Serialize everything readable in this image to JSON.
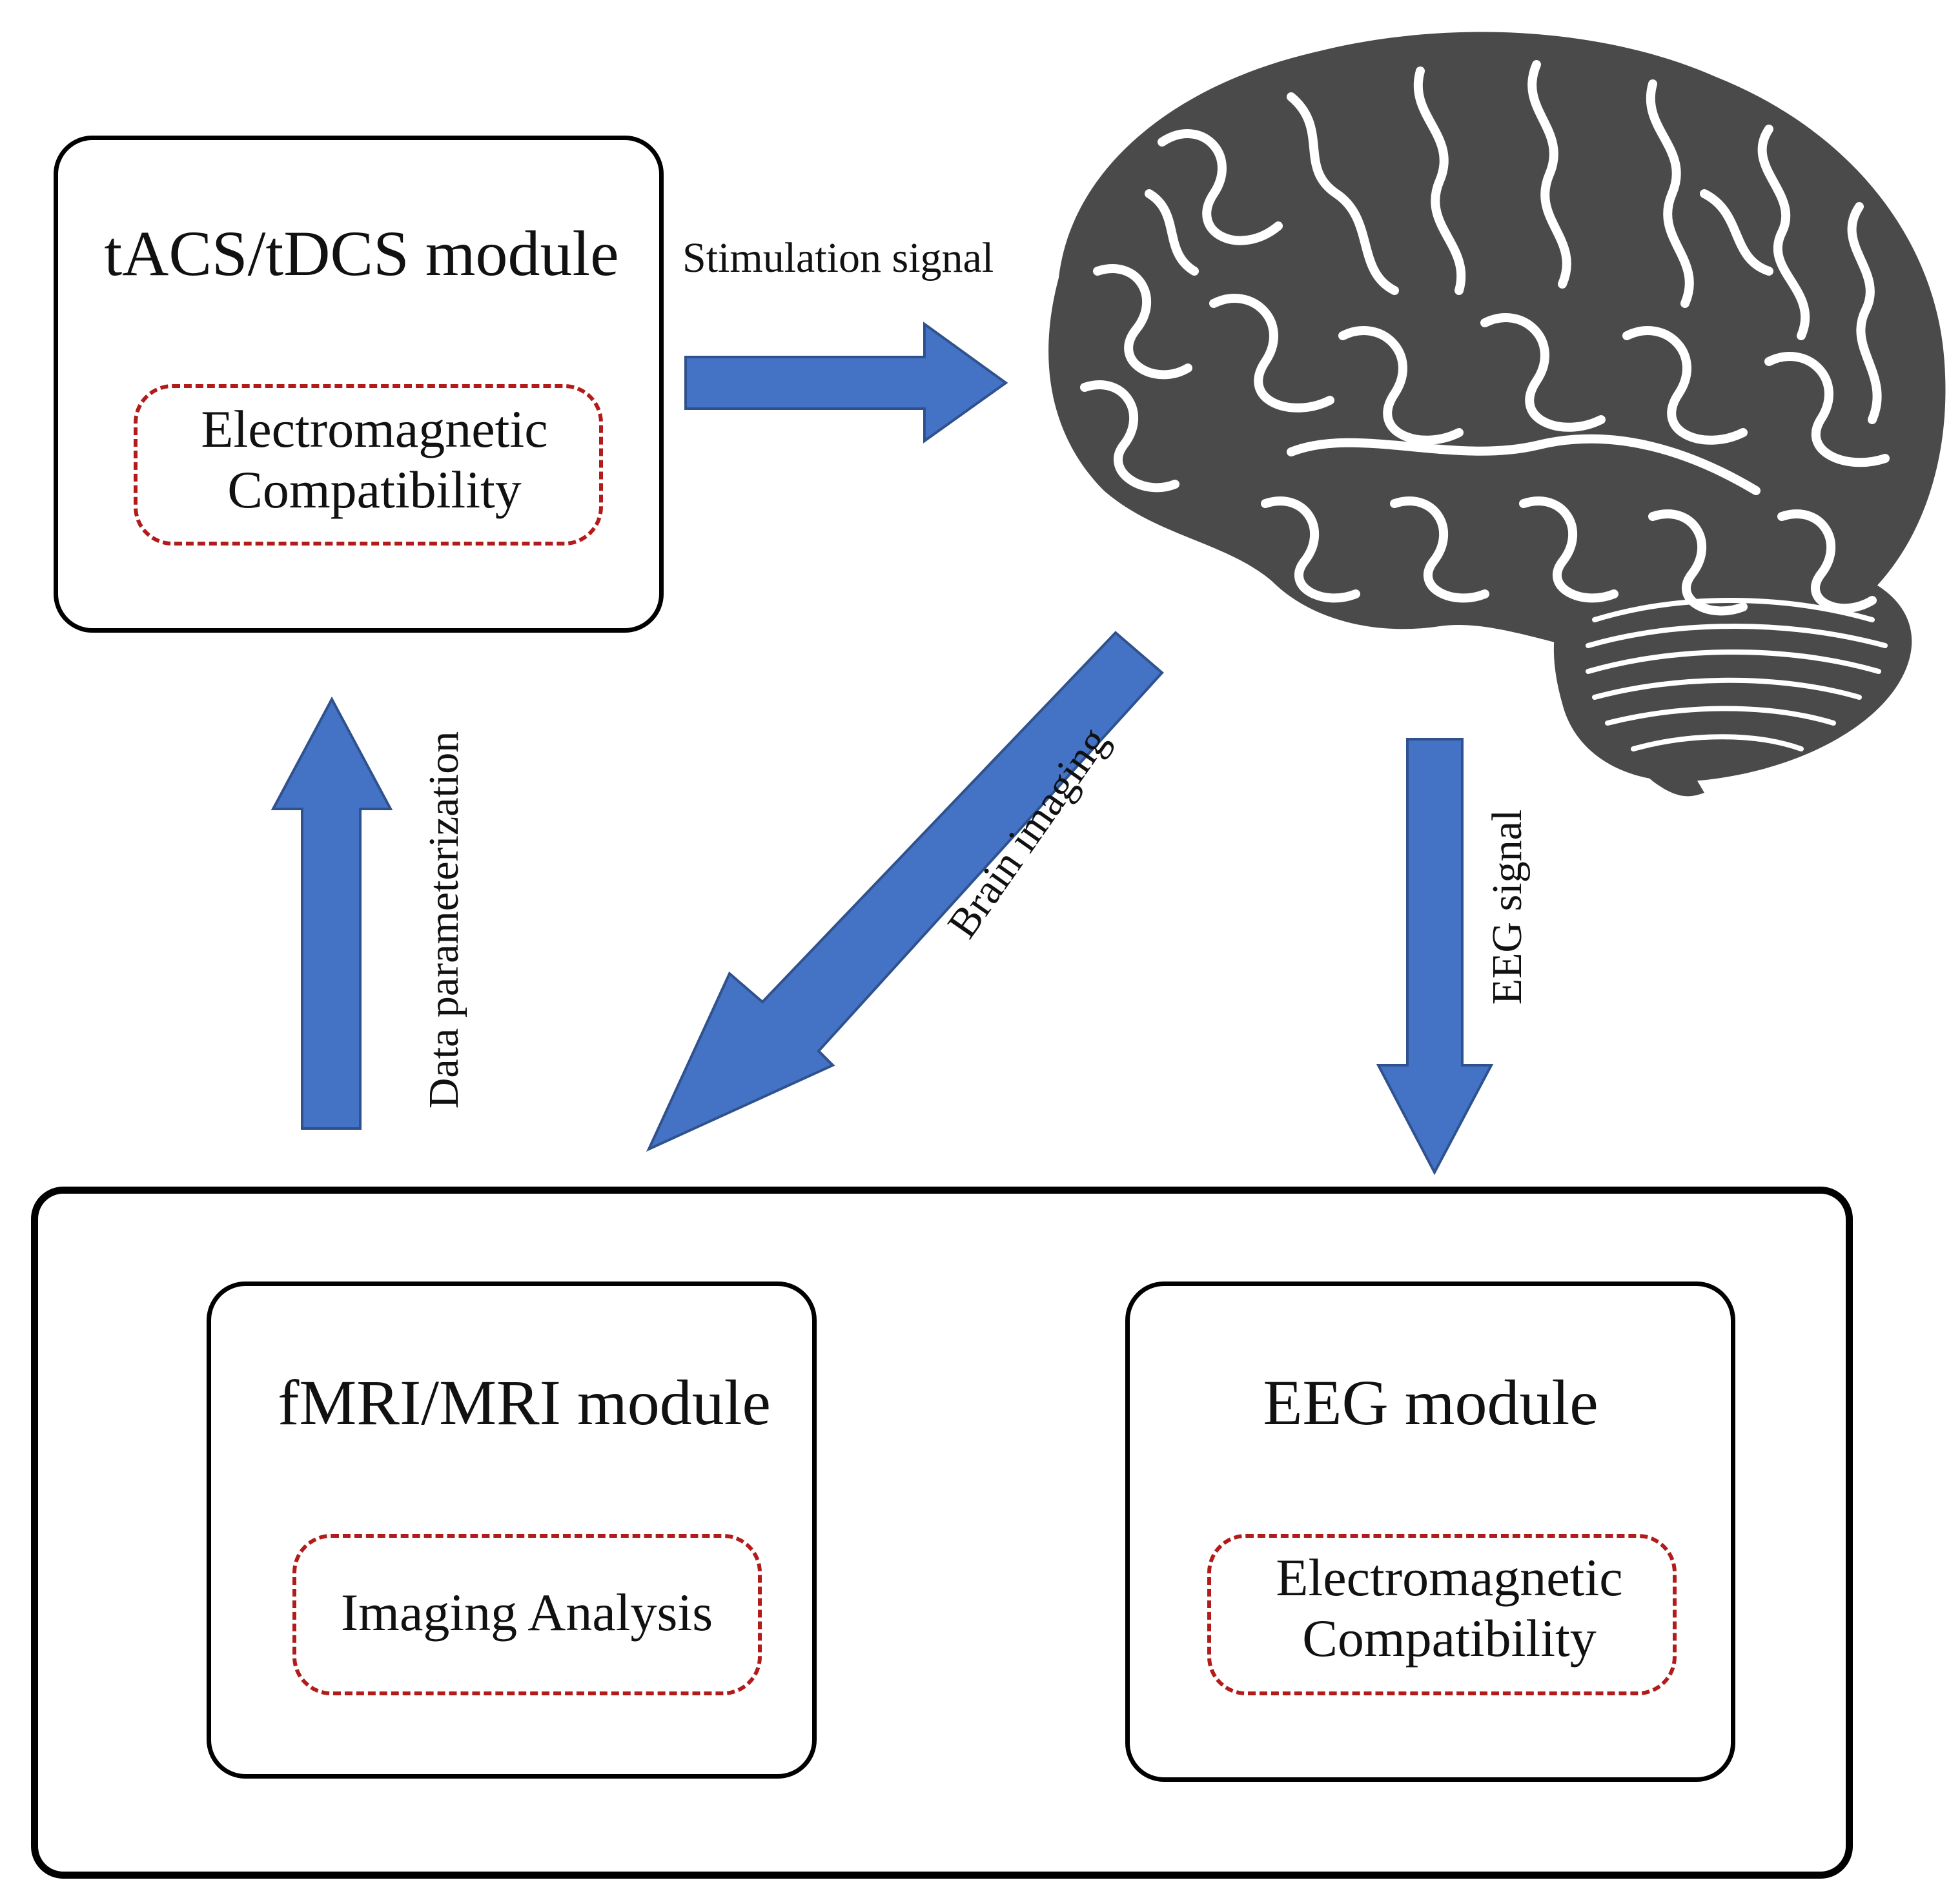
{
  "nodes": {
    "tacs": {
      "title": "tACS/tDCS module",
      "badge_line1": "Electromagnetic",
      "badge_line2": "Compatibility"
    },
    "fmri": {
      "title": "fMRI/MRI module",
      "badge": "Imaging Analysis"
    },
    "eeg": {
      "title": "EEG module",
      "badge_line1": "Electromagnetic",
      "badge_line2": "Compatibility"
    }
  },
  "edges": {
    "stimulation": "Stimulation signal",
    "brain_imaging": "Brain imaging",
    "eeg_signal": "EEG signal",
    "data_param": "Data parameterization"
  },
  "colors": {
    "arrow_fill": "#4472c4",
    "arrow_edge": "#2f528f",
    "brain": "#4a4a4a",
    "dashed_border": "#b31b1b"
  },
  "icons": {
    "brain": "brain-illustration"
  }
}
